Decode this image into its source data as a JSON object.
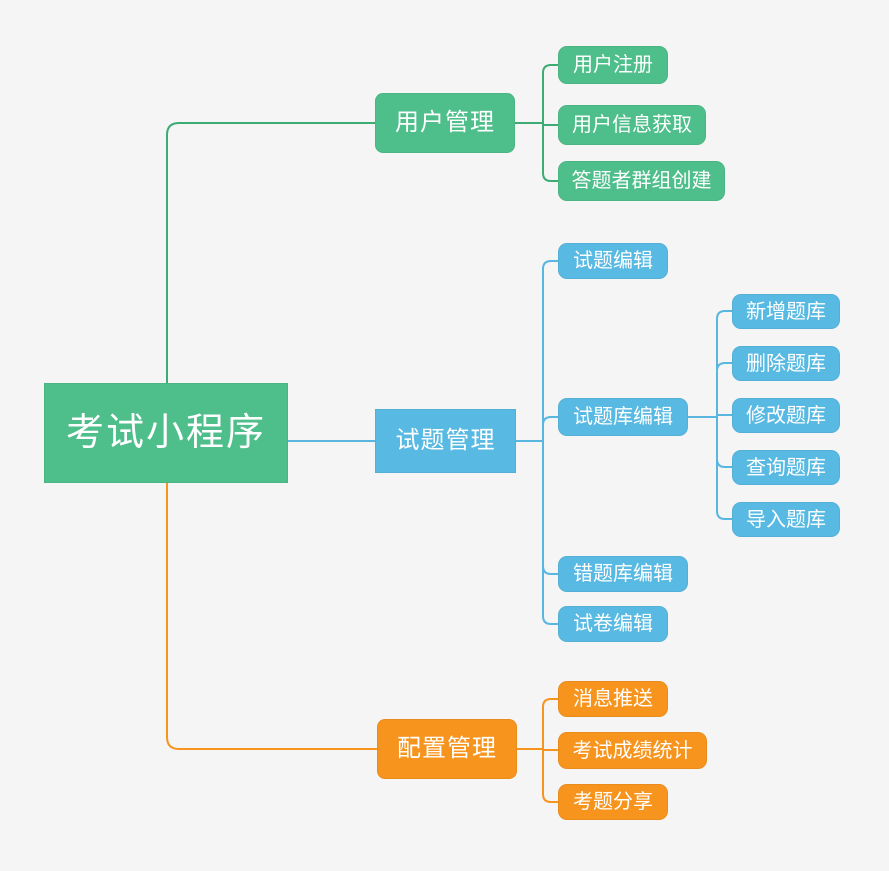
{
  "colors": {
    "green": "#4ebe8b",
    "green_line": "#3dac74",
    "blue": "#58b9e2",
    "blue_line": "#58b6df",
    "orange": "#f7941e",
    "orange_line": "#f7941e",
    "background": "#f5f5f6",
    "node_text": "#ffffff"
  },
  "tree": {
    "root": {
      "label": "考试小程序",
      "color": "#4ebe8b"
    },
    "branches": [
      {
        "label": "用户管理",
        "color": "#4ebe8b",
        "children": [
          {
            "label": "用户注册"
          },
          {
            "label": "用户信息获取"
          },
          {
            "label": "答题者群组创建"
          }
        ]
      },
      {
        "label": "试题管理",
        "color": "#58b9e2",
        "children": [
          {
            "label": "试题编辑"
          },
          {
            "label": "试题库编辑",
            "children": [
              {
                "label": "新增题库"
              },
              {
                "label": "删除题库"
              },
              {
                "label": "修改题库"
              },
              {
                "label": "查询题库"
              },
              {
                "label": "导入题库"
              }
            ]
          },
          {
            "label": "错题库编辑"
          },
          {
            "label": "试卷编辑"
          }
        ]
      },
      {
        "label": "配置管理",
        "color": "#f7941e",
        "children": [
          {
            "label": "消息推送"
          },
          {
            "label": "考试成绩统计"
          },
          {
            "label": "考题分享"
          }
        ]
      }
    ]
  }
}
